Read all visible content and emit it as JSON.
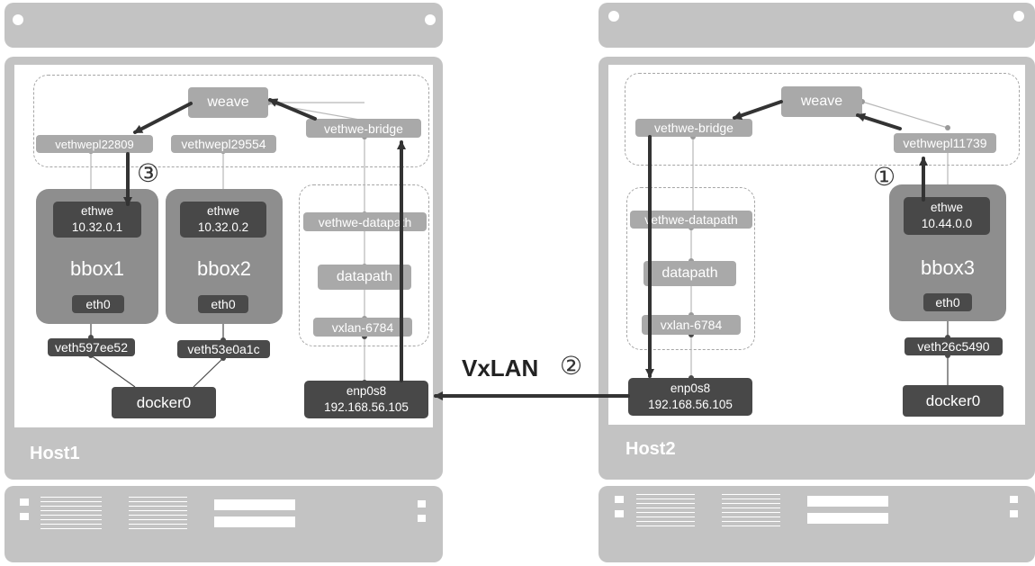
{
  "label_vxlan": "VxLAN",
  "label_step2": "②",
  "host1": {
    "label": "Host1",
    "weave": "weave",
    "vethwepl_a": "vethwepl22809",
    "step3": "③",
    "vethwepl_b": "vethwepl29554",
    "vethwe_bridge": "vethwe-bridge",
    "vethwe_datapath": "vethwe-datapath",
    "datapath": "datapath",
    "vxlan": "vxlan-6784",
    "bbox1": {
      "ethwe": "ethwe",
      "ip": "10.32.0.1",
      "name": "bbox1",
      "eth0": "eth0",
      "veth": "veth597ee52"
    },
    "bbox2": {
      "ethwe": "ethwe",
      "ip": "10.32.0.2",
      "name": "bbox2",
      "eth0": "eth0",
      "veth": "veth53e0a1c"
    },
    "docker0": "docker0",
    "enp": "enp0s8",
    "enp_ip": "192.168.56.105"
  },
  "host2": {
    "label": "Host2",
    "weave": "weave",
    "vethwe_bridge": "vethwe-bridge",
    "vethwepl": "vethwepl11739",
    "step1": "①",
    "vethwe_datapath": "vethwe-datapath",
    "datapath": "datapath",
    "vxlan": "vxlan-6784",
    "bbox3": {
      "ethwe": "ethwe",
      "ip": "10.44.0.0",
      "name": "bbox3",
      "eth0": "eth0",
      "veth": "veth26c5490"
    },
    "docker0": "docker0",
    "enp": "enp0s8",
    "enp_ip": "192.168.56.105"
  }
}
